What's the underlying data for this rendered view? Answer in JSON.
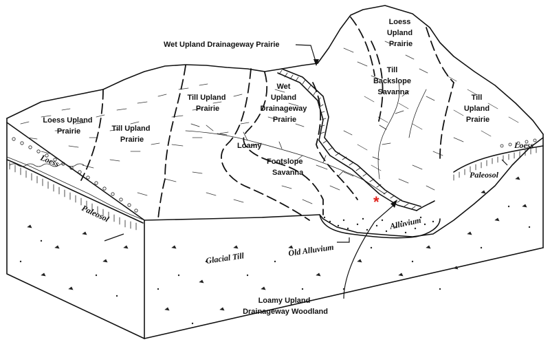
{
  "labels": {
    "loess_upland_prairie_right": [
      "Loess",
      "Upland",
      "Prairie"
    ],
    "wet_upland_drainageway_prairie_top": "Wet Upland Drainageway Prairie",
    "till_backslope_savanna": [
      "Till",
      "Backslope",
      "Savanna"
    ],
    "till_upland_prairie_center": [
      "Till Upland",
      "Prairie"
    ],
    "till_upland_prairie_right": [
      "Till",
      "Upland",
      "Prairie"
    ],
    "loess_upland_prairie_left": [
      "Loess Upland",
      "Prairie"
    ],
    "till_upland_prairie_left": [
      "Till Upland",
      "Prairie"
    ],
    "wet_upland_drainageway_prairie_mid": [
      "Wet",
      "Upland",
      "Drainageway",
      "Prairie"
    ],
    "loamy_footslope_savanna": [
      "Loamy",
      "Footslope",
      "Savanna"
    ],
    "loess_left": "Loess",
    "loess_right": "Loess",
    "paleosol_left": "Paleosol",
    "paleosol_right": "Paleosol",
    "alluvium": "Alluvium",
    "old_alluvium": "Old Alluvium",
    "glacial_till": "Glacial Till",
    "loamy_upland_drainageway_woodland": [
      "Loamy Upland",
      "Drainageway Woodland"
    ],
    "site_marker": "*"
  },
  "colors": {
    "ink": "#111111",
    "marker": "#e0201a",
    "background": "#ffffff"
  }
}
